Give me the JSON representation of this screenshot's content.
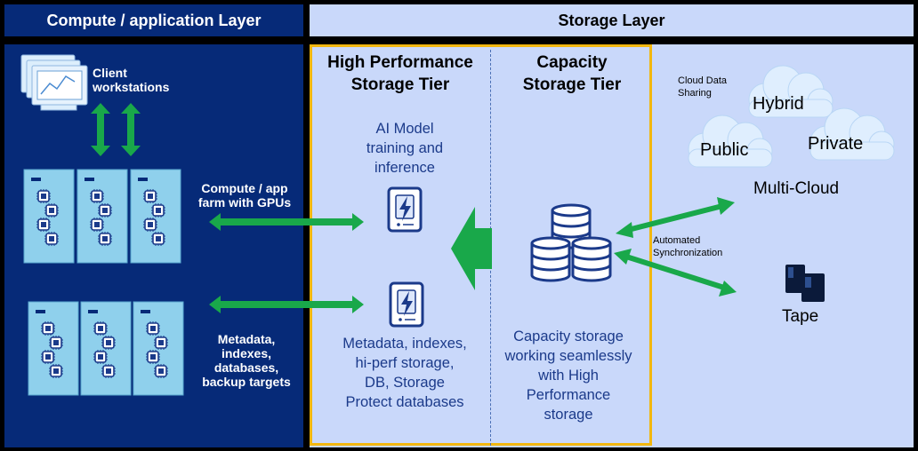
{
  "headers": {
    "compute": "Compute / application Layer",
    "storage": "Storage Layer"
  },
  "compute": {
    "client_workstations": [
      "Client",
      "workstations"
    ],
    "compute_farm": [
      "Compute / app",
      "farm with GPUs"
    ],
    "metadata": [
      "Metadata,",
      "indexes,",
      "databases,",
      "backup targets"
    ]
  },
  "tiers": {
    "high_perf_title": [
      "High Performance",
      "Storage Tier"
    ],
    "capacity_title": [
      "Capacity",
      "Storage Tier"
    ],
    "ai_model": [
      "AI Model",
      "training and",
      "inference"
    ],
    "hp_desc": [
      "Metadata, indexes,",
      "hi-perf storage,",
      "DB, Storage",
      "Protect databases"
    ],
    "cap_desc": [
      "Capacity storage",
      "working seamlessly",
      "with High",
      "Performance",
      "storage"
    ]
  },
  "cloud": {
    "sharing": [
      "Cloud Data",
      "Sharing"
    ],
    "hybrid": "Hybrid",
    "public": "Public",
    "private": "Private",
    "multi_cloud": "Multi-Cloud",
    "auto_sync": [
      "Automated",
      "Synchronization"
    ],
    "tape": "Tape"
  },
  "icons": [
    "monitor-chart-icon",
    "server-rack-icon",
    "flash-drive-icon",
    "database-stack-icon",
    "cloud-icon",
    "tape-cartridge-icon"
  ],
  "colors": {
    "compute_bg": "#062a78",
    "storage_bg": "#c9d8fa",
    "tier_border": "#f2b70f",
    "arrow_green": "#19a84a",
    "server_body": "#8fd0ec",
    "text_blue": "#1b3a8a"
  }
}
